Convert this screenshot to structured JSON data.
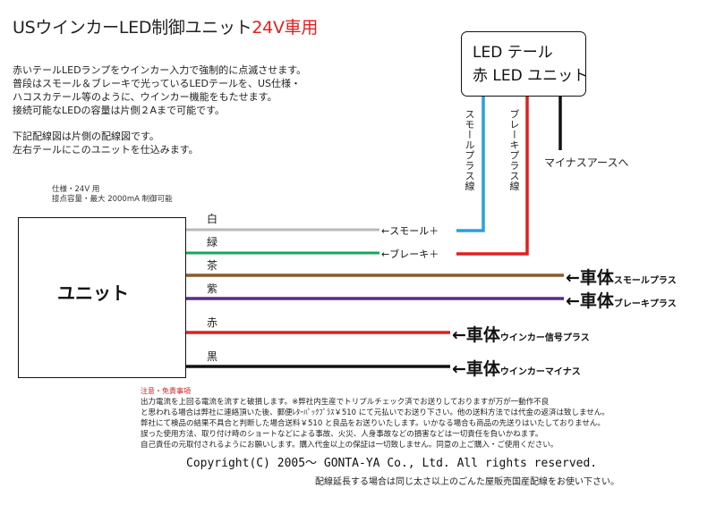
{
  "title": {
    "main": "USウインカーLED制御ユニット",
    "accent": "24V車用"
  },
  "description": [
    "赤いテールLEDランプをウインカー入力で強制的に点滅させます。",
    "普段はスモール＆ブレーキで光っているLEDテールを、US仕様・",
    "ハコスカテール等のように、ウインカー機能をもたせます。",
    "接続可能なLEDの容量は片側２Aまで可能です。"
  ],
  "wiring_note": [
    "下記配線図は片側の配線図です。",
    "左右テールにこのユニットを仕込みます。"
  ],
  "spec": [
    "仕様・24V 用",
    "接点容量・最大 2000mA 制御可能"
  ],
  "unit_label": "ユニット",
  "led_unit": {
    "line1": "LED テール",
    "line2": "赤 LED ユニット"
  },
  "vertical_labels": {
    "small_plus": "スモールプラス線",
    "brake_plus": "ブレーキプラス線"
  },
  "minus_ground": "マイナスアースへ",
  "wire_colors": {
    "white": "#b8b8b8",
    "green": "#1aa55a",
    "brown": "#8b5a2b",
    "purple": "#5b2a86",
    "red": "#e0201f",
    "black": "#111111",
    "blue": "#2a9fe0"
  },
  "wires": [
    {
      "label": "白",
      "end": "←スモール＋"
    },
    {
      "label": "緑",
      "end": "←ブレーキ＋"
    },
    {
      "label": "茶",
      "end_big": "←車体",
      "end_small": "スモールプラス"
    },
    {
      "label": "紫",
      "end_big": "←車体",
      "end_small": "ブレーキプラス"
    },
    {
      "label": "赤",
      "end_big": "←車体",
      "end_small": "ウインカー信号プラス"
    },
    {
      "label": "黒",
      "end_big": "←車体",
      "end_small": "ウインカーマイナス"
    }
  ],
  "notes_heading": "注意・免責事項",
  "notes": [
    "出力電流を上回る電流を流すと破損します。※弊社内生産でトリプルチェック済でお送りしておりますが万が一動作不良",
    "と思われる場合は弊社に連絡頂いた後、郵便ﾚﾀｰﾊﾟｯｸﾌﾟﾗｽ￥510 にて元払いでお送り下さい。他の送料方法では代金の返済は致しません。",
    "弊社にて検品の結果不具合と判断した場合送料￥510 と良品をお送りいたします。いかなる場合も商品の先送りはいたしておりません。",
    "誤った使用方法、取り付け時のショートなどによる事故、火災、人身事故などの損害などは一切責任を負いかねます。",
    "自己責任の元取付されるようにお願いします。購入代金以上の保証は一切致しません。同意の上ご購入・ご使用ください。"
  ],
  "copyright": "Copyright(C)  2005～  GONTA-YA Co., Ltd.  All rights reserved.",
  "extension_note": "配線延長する場合は同じ太さ以上のごんた屋販売国産配線をお使い下さい。"
}
